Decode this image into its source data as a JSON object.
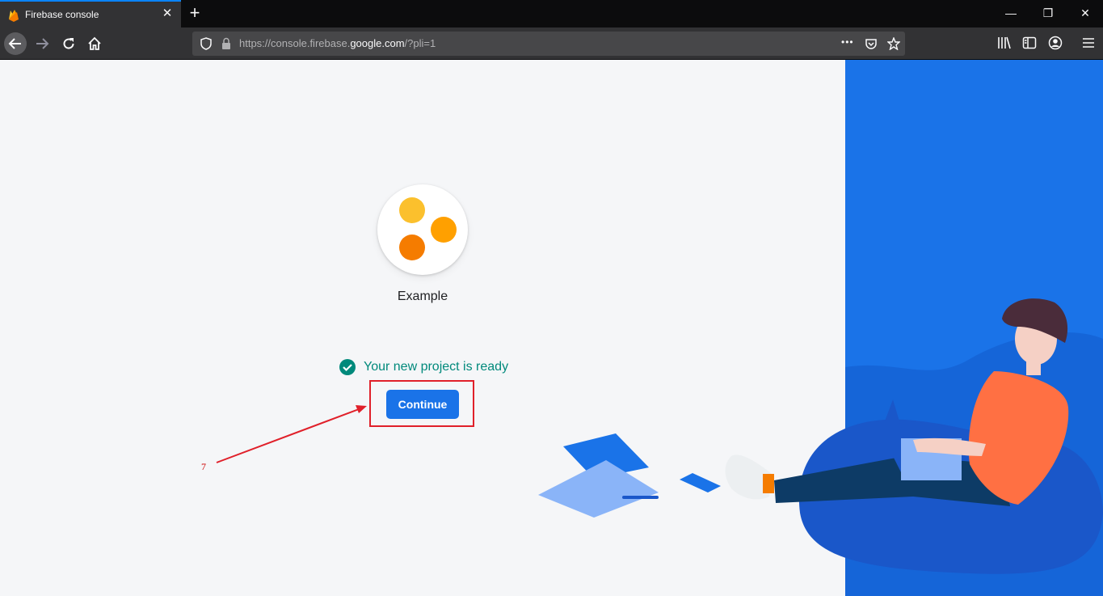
{
  "browser": {
    "tab_title": "Firebase console",
    "tab_close": "✕",
    "new_tab": "+",
    "url_prefix": "https://console.firebase.",
    "url_domain": "google.com",
    "url_suffix": "/?pli=1",
    "window_minimize": "—",
    "window_restore": "❐",
    "window_close": "✕",
    "page_actions": "•••"
  },
  "project": {
    "name": "Example",
    "status_text": "Your new project is ready",
    "continue_label": "Continue",
    "dot_colors": [
      "#fbc02d",
      "#ffa000",
      "#f57c00"
    ]
  },
  "annotation": {
    "step_number": "7",
    "color": "#e0202a"
  },
  "colors": {
    "brand_blue": "#1a73e8",
    "success_teal": "#00897b"
  }
}
